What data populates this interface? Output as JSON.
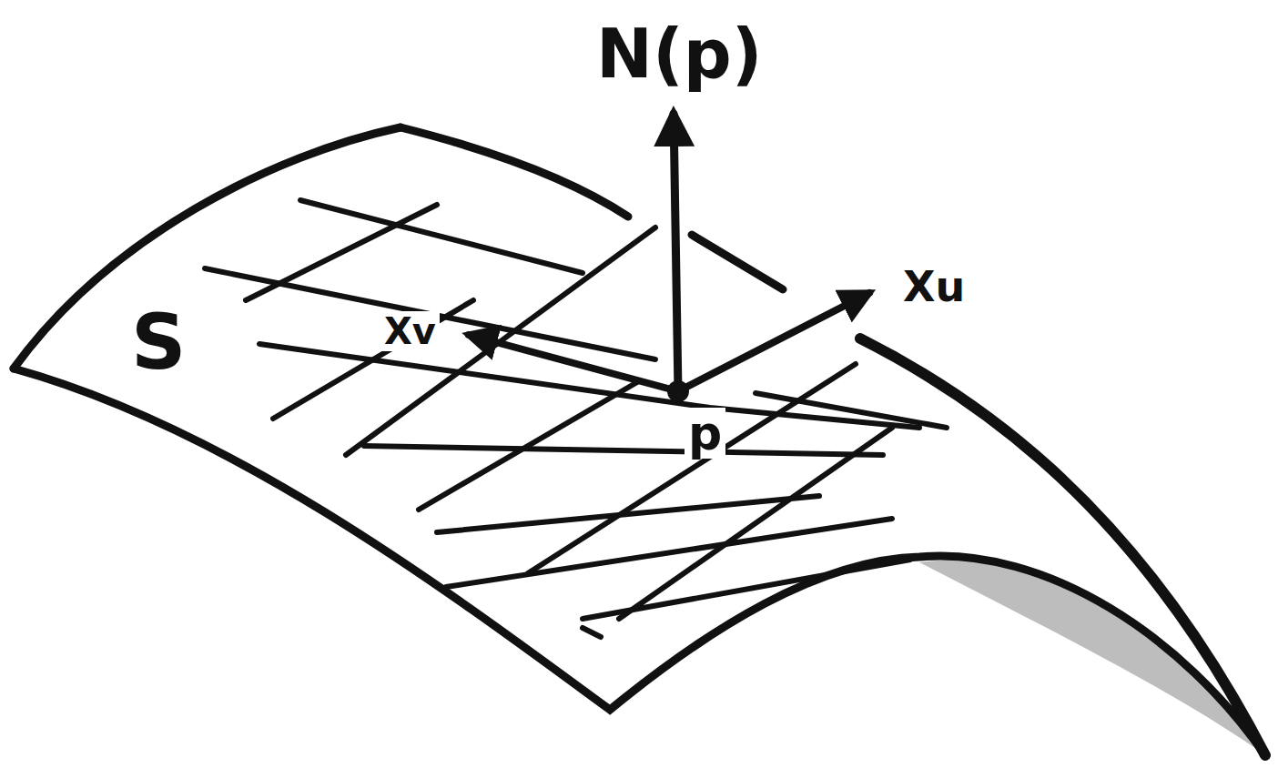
{
  "diagram": {
    "labels": [
      "N(p)",
      "Xu",
      "Xv",
      "S",
      "p"
    ]
  }
}
